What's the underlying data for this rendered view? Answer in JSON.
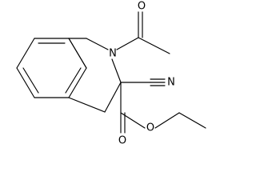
{
  "molecule": {
    "atoms": {
      "nitrogen_ring": "N",
      "nitrile_nitrogen": "N",
      "carbonyl_oxygen_acetyl": "O",
      "carbonyl_oxygen_ester": "O",
      "ester_oxygen": "O"
    }
  }
}
